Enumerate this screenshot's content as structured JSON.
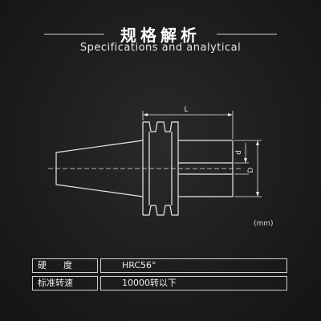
{
  "header": {
    "title": "规格解析",
    "subtitle": "Specifications and analytical"
  },
  "diagram": {
    "dim_L": "L",
    "dim_d": "d",
    "dim_D": "D",
    "unit": "(mm)"
  },
  "specs": [
    {
      "label": "硬      度",
      "value": "HRC56°"
    },
    {
      "label": "标准转速",
      "value": "10000转以下"
    }
  ],
  "colors": {
    "background": "#1d1d1d",
    "line": "#e8e8e8",
    "text": "#f2f2f2"
  }
}
